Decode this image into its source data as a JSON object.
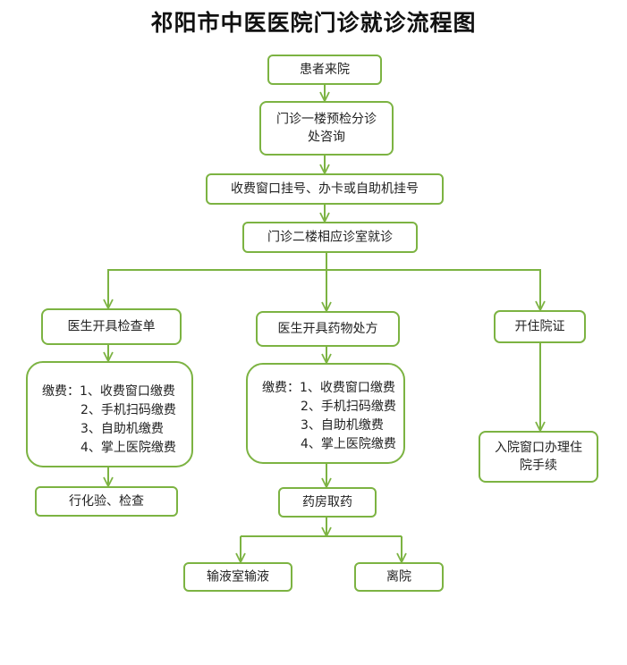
{
  "title": "祁阳市中医医院门诊就诊流程图",
  "colors": {
    "border": "#7cb342",
    "arrow": "#7cb342",
    "text": "#222222",
    "background": "#ffffff"
  },
  "nodes": {
    "arrive": {
      "lines": [
        "患者来院"
      ]
    },
    "triage": {
      "lines": [
        "门诊一楼预检分诊",
        "处咨询"
      ]
    },
    "register": {
      "lines": [
        "收费窗口挂号、办卡或自助机挂号"
      ]
    },
    "consult": {
      "lines": [
        "门诊二楼相应诊室就诊"
      ]
    },
    "exam_order": {
      "lines": [
        "医生开具检查单"
      ]
    },
    "prescription": {
      "lines": [
        "医生开具药物处方"
      ]
    },
    "admission_cert": {
      "lines": [
        "开住院证"
      ]
    },
    "pay_exam": {
      "lines": [
        "缴费：1、收费窗口缴费",
        "2、手机扫码缴费",
        "3、自助机缴费",
        "4、掌上医院缴费"
      ]
    },
    "pay_rx": {
      "lines": [
        "缴费：1、收费窗口缴费",
        "2、手机扫码缴费",
        "3、自助机缴费",
        "4、掌上医院缴费"
      ]
    },
    "admission_window": {
      "lines": [
        "入院窗口办理住",
        "院手续"
      ]
    },
    "test_exam": {
      "lines": [
        "行化验、检查"
      ]
    },
    "pharmacy": {
      "lines": [
        "药房取药"
      ]
    },
    "infusion": {
      "lines": [
        "输液室输液"
      ]
    },
    "discharge": {
      "lines": [
        "离院"
      ]
    }
  }
}
